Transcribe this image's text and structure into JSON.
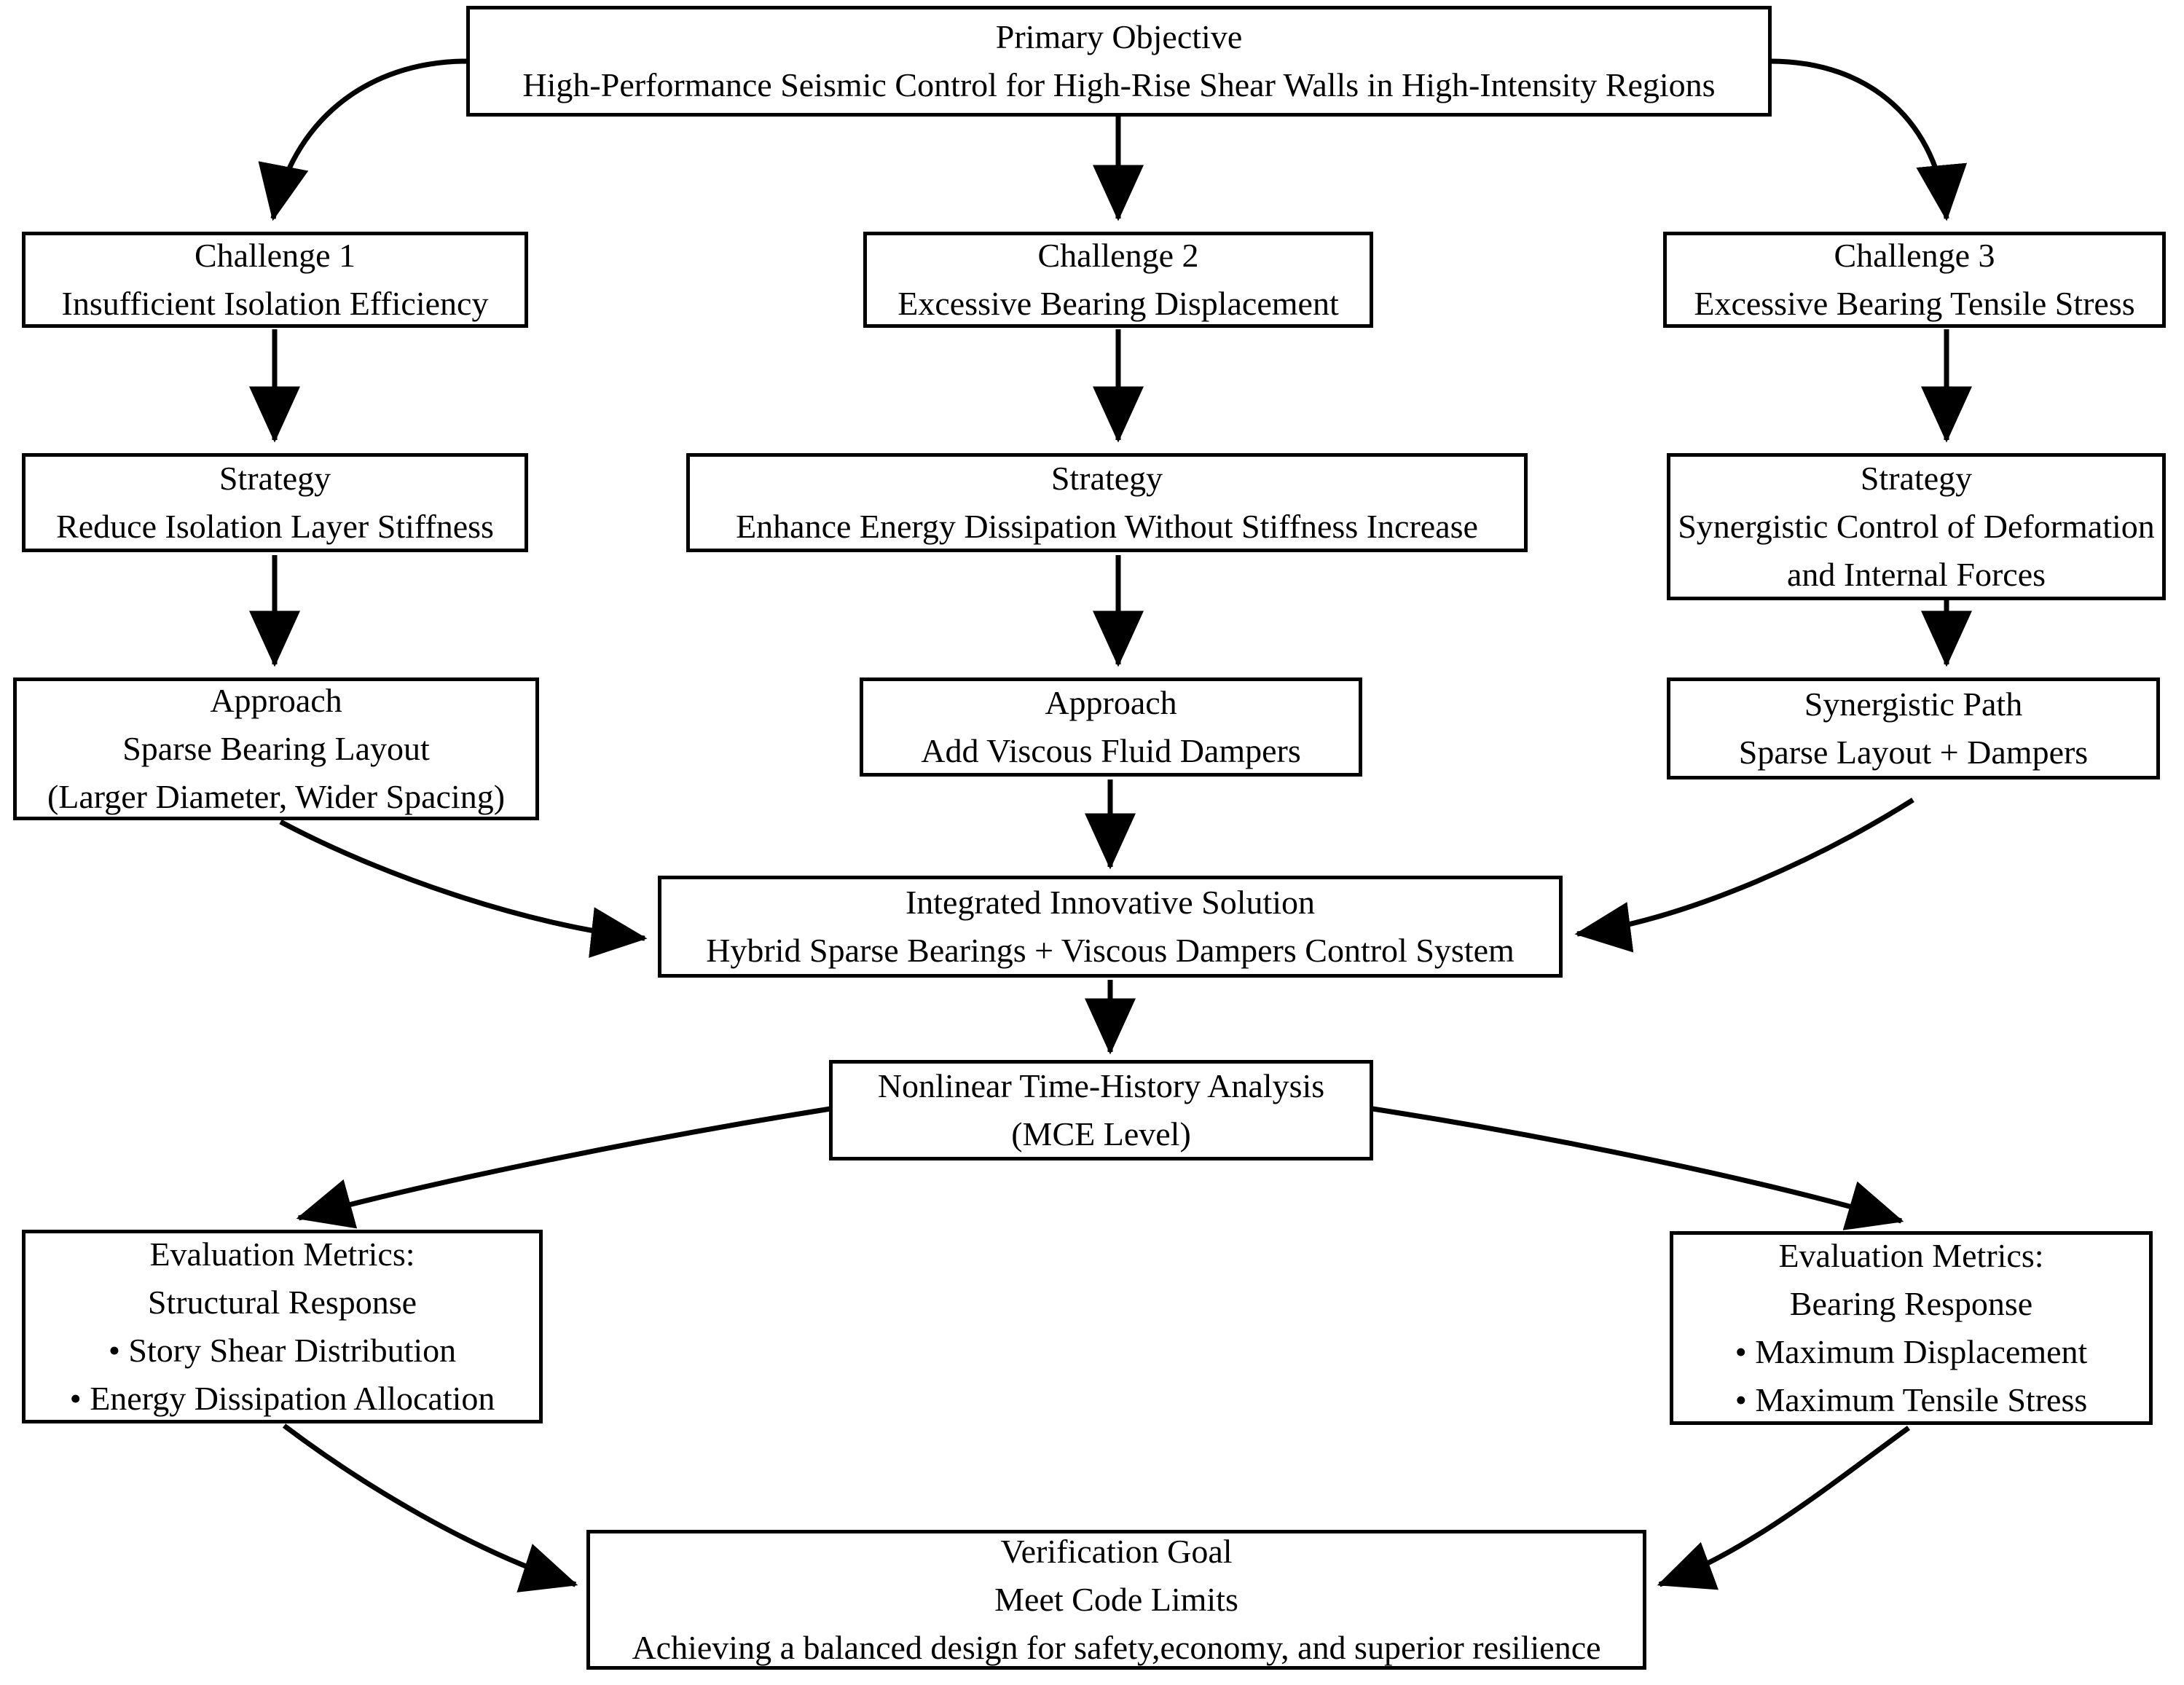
{
  "diagram": {
    "title": "High-Performance Seismic Control Flowchart",
    "stroke_color": "#000000",
    "fill_color": "#ffffff"
  },
  "nodes": {
    "objective": {
      "line1": "Primary  Objective",
      "line2": "High-Performance Seismic Control  for High-Rise Shear Walls in High-Intensity  Regions"
    },
    "challenge1": {
      "line1": "Challenge 1",
      "line2": "Insufficient Isolation Efficiency"
    },
    "challenge2": {
      "line1": "Challenge 2",
      "line2": "Excessive Bearing Displacement"
    },
    "challenge3": {
      "line1": "Challenge 3",
      "line2": "Excessive Bearing Tensile Stress"
    },
    "strategy1": {
      "line1": "Strategy",
      "line2": "Reduce Isolation Layer Stiffness"
    },
    "strategy2": {
      "line1": "Strategy",
      "line2": "Enhance Energy Dissipation Without Stiffness Increase"
    },
    "strategy3": {
      "line1": "Strategy",
      "line2": "Synergistic Control of Deformation",
      "line3": "and Internal Forces"
    },
    "approach1": {
      "line1": "Approach",
      "line2": "Sparse Bearing Layout",
      "line3": "(Larger Diameter, Wider Spacing)"
    },
    "approach2": {
      "line1": "Approach",
      "line2": "Add Viscous Fluid Dampers"
    },
    "synergistic_path": {
      "line1": "Synergistic Path",
      "line2": "Sparse Layout + Dampers"
    },
    "integrated_solution": {
      "line1": "Integrated Innovative Solution",
      "line2": "Hybrid Sparse Bearings + Viscous Dampers Control System"
    },
    "analysis": {
      "line1": "Nonlinear Time-History Analysis",
      "line2": "(MCE Level)"
    },
    "metrics_structural": {
      "line1": "Evaluation Metrics:",
      "line2": "Structural Response",
      "bullet1": "• Story Shear Distribution",
      "bullet2": "• Energy Dissipation Allocation"
    },
    "metrics_bearing": {
      "line1": "Evaluation Metrics:",
      "line2": "Bearing Response",
      "bullet1": "• Maximum Displacement",
      "bullet2": "• Maximum Tensile Stress"
    },
    "verification_goal": {
      "line1": "Verification Goal",
      "line2": "Meet Code Limits",
      "line3": "Achieving a balanced design for safety,economy, and superior resilience"
    }
  }
}
